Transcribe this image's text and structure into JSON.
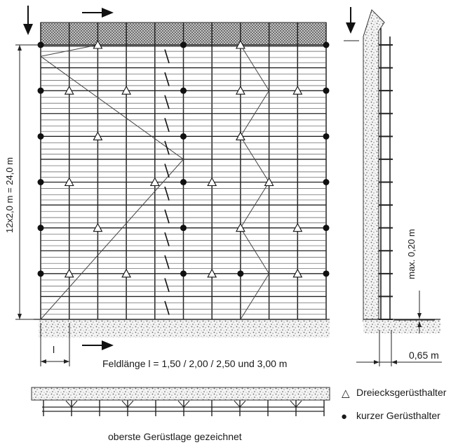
{
  "labels": {
    "height_dimension": "12x2,0 m = 24,0 m",
    "field_length_symbol": "l",
    "field_length_caption": "Feldlänge l = 1,50 / 2,00 / 2,50 und 3,00 m",
    "max_gap": "max. 0,20 m",
    "wall_distance": "0,65 m",
    "top_layer_caption": "oberste Gerüstlage gezeichnet"
  },
  "legend": {
    "triangle_symbol": "△",
    "triangle_label": "Dreiecksgerüsthalter",
    "circle_symbol": "●",
    "circle_label": "kurzer Gerüsthalter"
  },
  "scaffold": {
    "field_count": 10,
    "level_count": 12,
    "anchor_rows": [
      {
        "level": 12,
        "columns": [
          0,
          2,
          5,
          7,
          10
        ],
        "types": [
          "circle",
          "triangle",
          "circle",
          "triangle",
          "circle"
        ]
      },
      {
        "level": 10,
        "columns": [
          0,
          1,
          3,
          5,
          7,
          9,
          10
        ],
        "types": [
          "circle",
          "triangle",
          "triangle",
          "circle",
          "triangle",
          "triangle",
          "circle"
        ]
      },
      {
        "level": 8,
        "columns": [
          0,
          2,
          5,
          7,
          10
        ],
        "types": [
          "circle",
          "triangle",
          "circle",
          "triangle",
          "circle"
        ]
      },
      {
        "level": 6,
        "columns": [
          0,
          1,
          4,
          5,
          6,
          8,
          10
        ],
        "types": [
          "circle",
          "triangle",
          "triangle",
          "circle",
          "triangle",
          "triangle",
          "circle"
        ]
      },
      {
        "level": 4,
        "columns": [
          0,
          2,
          5,
          7,
          9,
          10
        ],
        "types": [
          "circle",
          "triangle",
          "circle",
          "triangle",
          "triangle",
          "circle"
        ]
      },
      {
        "level": 2,
        "columns": [
          0,
          1,
          3,
          5,
          6,
          7,
          9,
          10
        ],
        "types": [
          "circle",
          "triangle",
          "triangle",
          "circle",
          "triangle",
          "circle",
          "triangle",
          "circle"
        ]
      }
    ]
  }
}
